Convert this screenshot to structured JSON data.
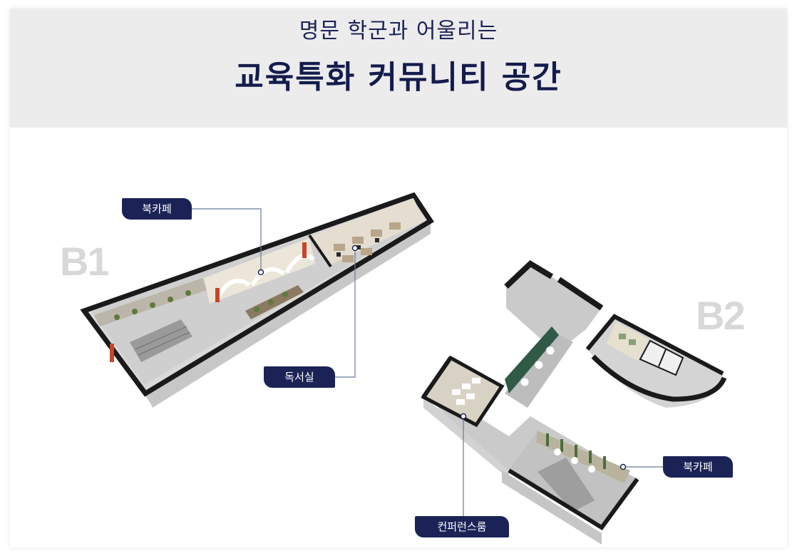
{
  "header": {
    "subtitle": "명문 학군과 어울리는",
    "title": "교육특화 커뮤니티 공간"
  },
  "floors": {
    "b1": {
      "mark": "B1",
      "labels": [
        "북카페",
        "독서실"
      ]
    },
    "b2": {
      "mark": "B2",
      "labels": [
        "북카페",
        "컨퍼런스룸"
      ]
    }
  },
  "colors": {
    "navy": "#1b2356",
    "header_bg": "#ececec",
    "floor_mark": "#d8d8d8",
    "accent_red": "#c8442c",
    "accent_green": "#2f5a46"
  }
}
